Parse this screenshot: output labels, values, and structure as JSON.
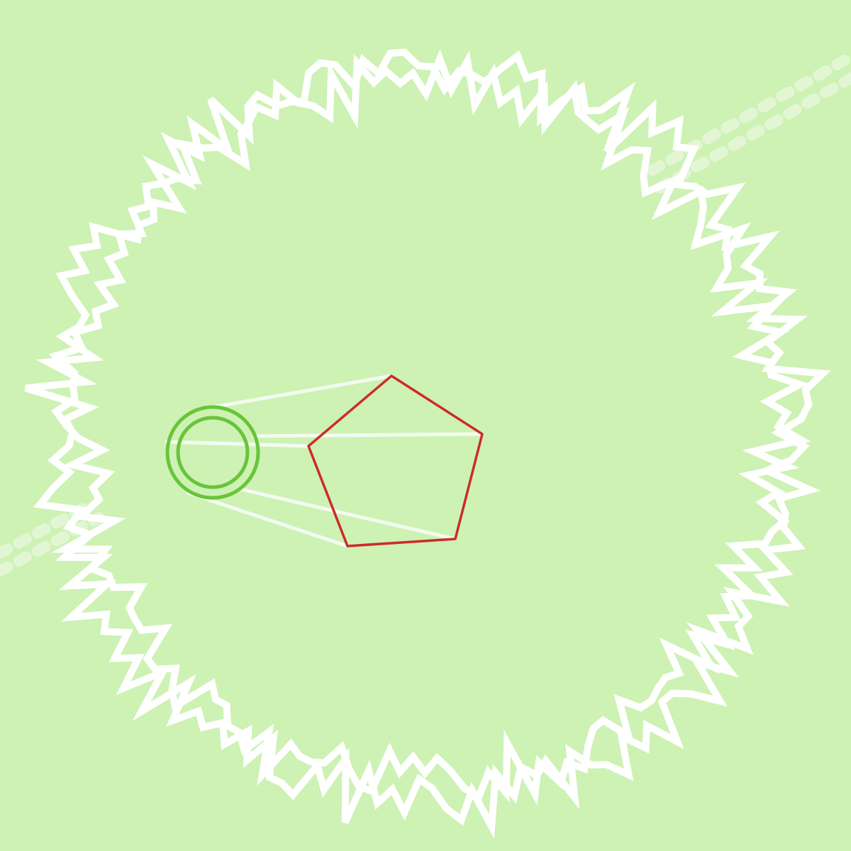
{
  "scene": {
    "background_color": "#cdf2b4",
    "ring_color": "#ffffff",
    "player_color": "#6ac43a",
    "target_color": "#cc2b2b",
    "beam_color": "#f4fbef",
    "track_color": "#e6f7da"
  },
  "elements": {
    "arena_ring": "jagged-ring",
    "player": "double-circle",
    "target": "pentagon",
    "tracks": "dashed-diagonal-track"
  }
}
